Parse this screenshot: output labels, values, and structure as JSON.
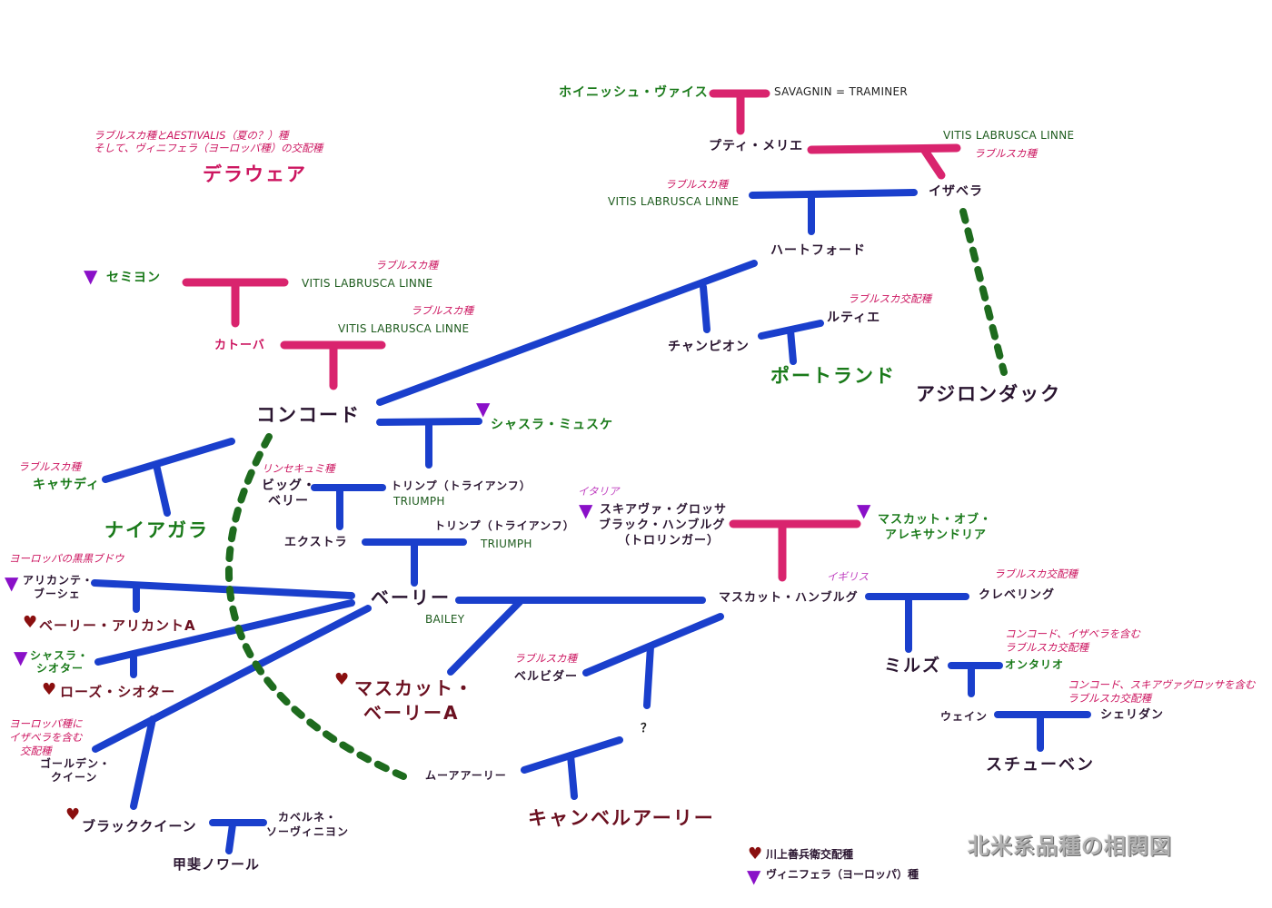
{
  "title": "北米系品種の相関図",
  "legend": {
    "kawakami": "川上善兵衛交配種",
    "vinifera": "ヴィニフェラ（ヨーロッパ）種"
  },
  "symbols": {
    "heart": "♥",
    "vee": "▼"
  },
  "colors": {
    "blue": "#1a3fcc",
    "pink": "#d9246e",
    "green": "#1e6b1e"
  },
  "labels": {
    "heunisch": "ホイニッシュ・ヴァイス",
    "savagnin": "SAVAGNIN = TRAMINER",
    "petit_meslier": "プティ・メリエ",
    "vitis_lab_1": "VITIS LABRUSCA LINNE",
    "labrusca_1": "ラブルスカ種",
    "isabella": "イザベラ",
    "labrusca_2": "ラブルスカ種",
    "vitis_lab_2": "VITIS LABRUSCA LINNE",
    "hartford": "ハートフォード",
    "delaware_note1": "ラブルスカ種とAESTIVALIS（夏の？）種",
    "delaware_note2": "そして、ヴィニフェラ（ヨーロッパ種）の交配種",
    "delaware": "デラウェア",
    "semillon": "セミヨン",
    "labrusca_3": "ラブルスカ種",
    "vitis_lab_3": "VITIS LABRUSCA LINNE",
    "labrusca_4": "ラブルスカ種",
    "vitis_lab_4": "VITIS LABRUSCA LINNE",
    "catawba": "カトーバ",
    "labrusca_hyb_1": "ラブルスカ交配種",
    "lutie": "ルティエ",
    "champion": "チャンピオン",
    "portland": "ポートランド",
    "adirondack": "アジロンダック",
    "concord": "コンコード",
    "chasselas_musque": "シャスラ・ミュスケ",
    "labrusca_5": "ラブルスカ種",
    "cassady": "キャサディ",
    "niagara": "ナイアガラ",
    "rinsekyumi": "リンセキュミ種",
    "big_berry_1": "ビッグ・",
    "big_berry_2": "ベリー",
    "triumph_jp_1": "トリンプ（トライアンフ）",
    "triumph_en_1": "TRIUMPH",
    "triumph_jp_2": "トリンプ（トライアンフ）",
    "triumph_en_2": "TRIUMPH",
    "extra": "エクストラ",
    "italy": "イタリア",
    "sv_1": "スキアヴァ・グロッサ",
    "sv_2": "ブラック・ハンブルグ",
    "sv_3": "（トロリンガー）",
    "moa_1": "マスカット・オブ・",
    "moa_2": "アレキサンドリア",
    "eu_black": "ヨーロッパの黒黒ブドウ",
    "ab_1": "アリカンテ・",
    "ab_2": "ブーシェ",
    "berry": "ベーリー",
    "bailey": "BAILEY",
    "england": "イギリス",
    "muscat_hamburg": "マスカット・ハンブルグ",
    "labrusca_hyb_2": "ラブルスカ交配種",
    "clevering": "クレベリング",
    "berry_alicante": "ベーリー・アリカントA",
    "cs_1": "シャスラ・",
    "cs_2": "シオター",
    "rose_ciotat": "ローズ・シオター",
    "mba_1": "マスカット・",
    "mba_2": "ベーリーA",
    "labrusca_6": "ラブルスカ種",
    "belvidere": "ベルビダー",
    "mills": "ミルズ",
    "cin_1": "コンコード、イザベラを含む",
    "cin_2": "ラブルスカ交配種",
    "ontario": "オンタリオ",
    "csc_1": "コンコード、スキアヴァグロッサを含む",
    "csc_2": "ラブルスカ交配種",
    "eu_isa_1": "ヨーロッパ種に",
    "eu_isa_2": "イザベラを含む",
    "eu_isa_3": "交配種",
    "gq_1": "ゴールデン・",
    "gq_2": "クイーン",
    "question": "？",
    "wayne": "ウェイン",
    "sheridan": "シェリダン",
    "steuben": "スチューベン",
    "moore_early": "ムーアアーリー",
    "campbell_early": "キャンベルアーリー",
    "black_queen": "ブラッククイーン",
    "cs2_1": "カベルネ・",
    "cs2_2": "ソーヴィニヨン",
    "kai_noir": "甲斐ノワール"
  }
}
